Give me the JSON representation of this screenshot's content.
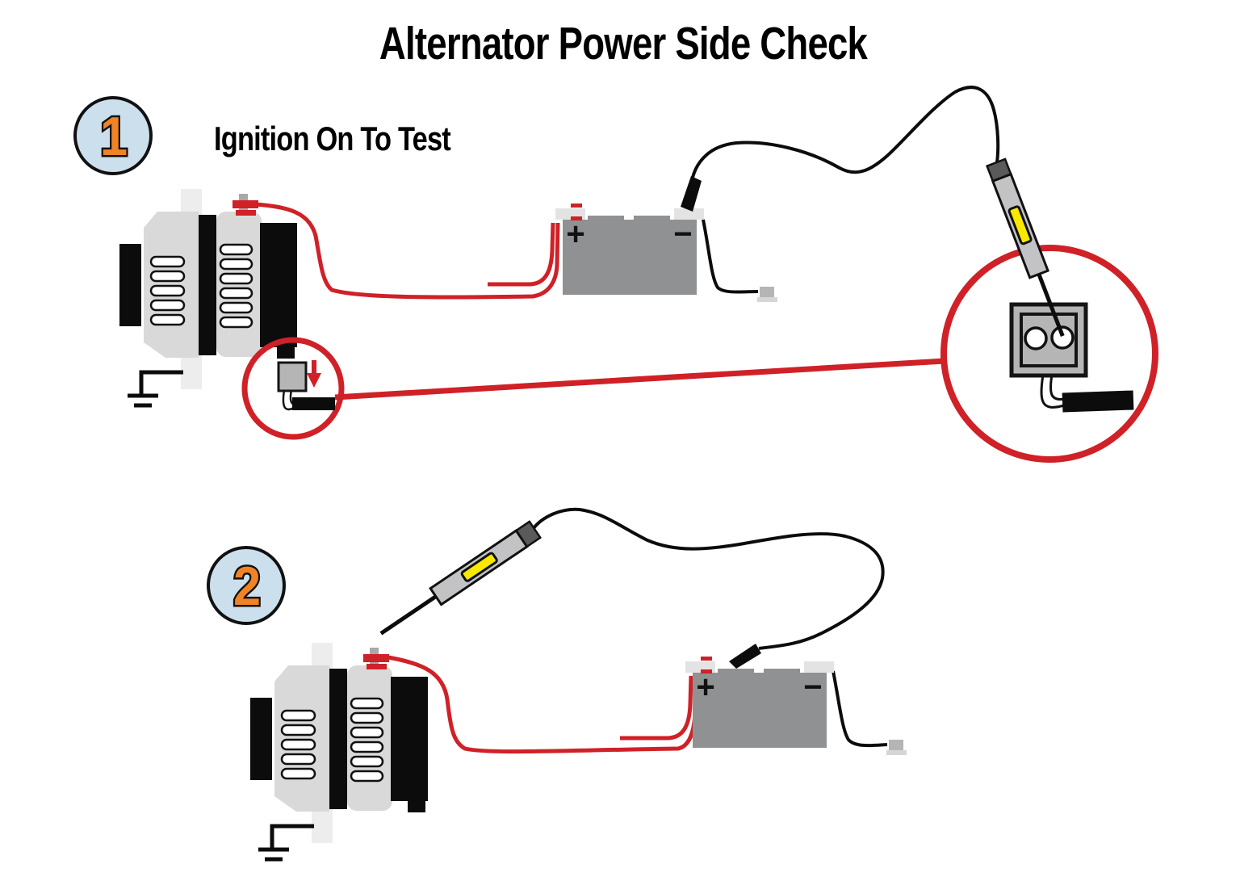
{
  "title": "Alternator Power Side Check",
  "steps": [
    {
      "number": "1",
      "label": "Ignition On To Test"
    },
    {
      "number": "2",
      "label": ""
    }
  ],
  "battery": {
    "positive_label": "+",
    "negative_label": "−"
  },
  "components": {
    "alternator": "alternator with vented housing, B+ terminal and ground strap",
    "battery": "12V battery, negative clip attached, negative lead to chassis ground",
    "test_light": "test light probe with yellow indicator window",
    "connector_detail": "magnified 2-pin alternator connector probed on power side",
    "arrow_icon": "red down arrow pointing at alternator plug"
  },
  "colors": {
    "highlight_red": "#cf2127",
    "step_number_orange": "#ef8325",
    "step_badge_blue": "#ccdfed",
    "test_light_yellow": "#f9e800",
    "battery_gray": "#8f9193",
    "alternator_gray": "#d9d9d9",
    "probe_gray": "#c3c3c5",
    "connector_gray": "#b5b5b5"
  }
}
